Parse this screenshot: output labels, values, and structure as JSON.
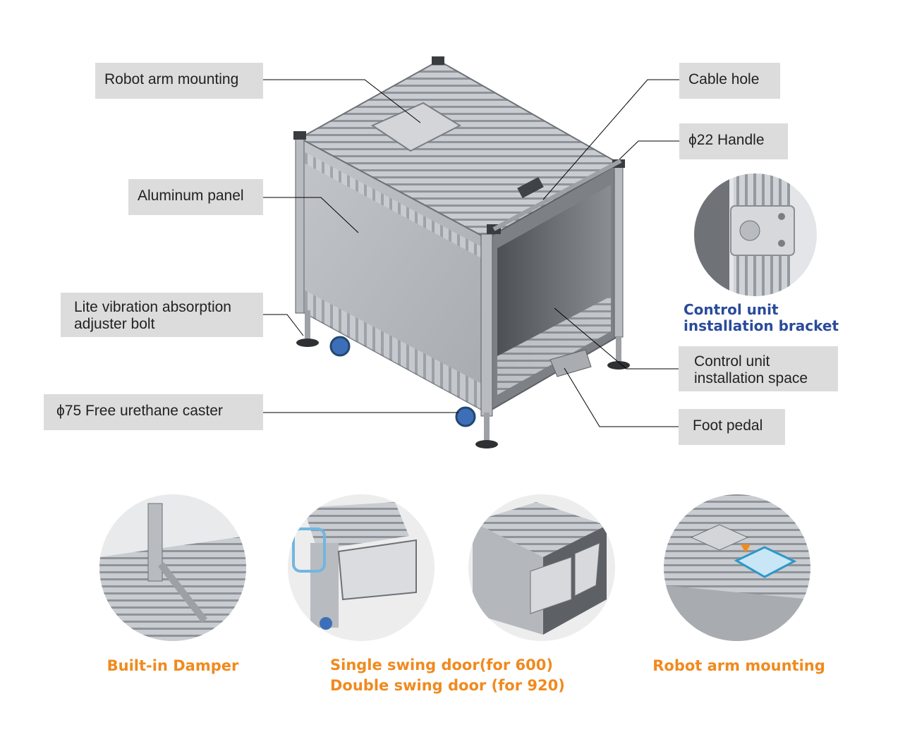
{
  "callouts": {
    "robot_arm_mounting": "Robot arm mounting",
    "cable_hole": "Cable hole",
    "handle": "ϕ22 Handle",
    "aluminum_panel": "Aluminum panel",
    "adjuster_line1": "Lite vibration absorption",
    "adjuster_line2": "adjuster bolt",
    "caster": "ϕ75 Free urethane caster",
    "control_space_line1": "Control unit",
    "control_space_line2": "installation space",
    "foot_pedal": "Foot pedal"
  },
  "inset": {
    "line1": "Control unit",
    "line2": "installation bracket"
  },
  "features": {
    "damper": "Built-in Damper",
    "door_line1": "Single swing door(for 600)",
    "door_line2": "Double swing door (for 920)",
    "mounting": "Robot arm mounting"
  },
  "colors": {
    "callout_bg": "#dcdcdc",
    "feature_label": "#f08a1e",
    "inset_label": "#2a4b9b"
  }
}
